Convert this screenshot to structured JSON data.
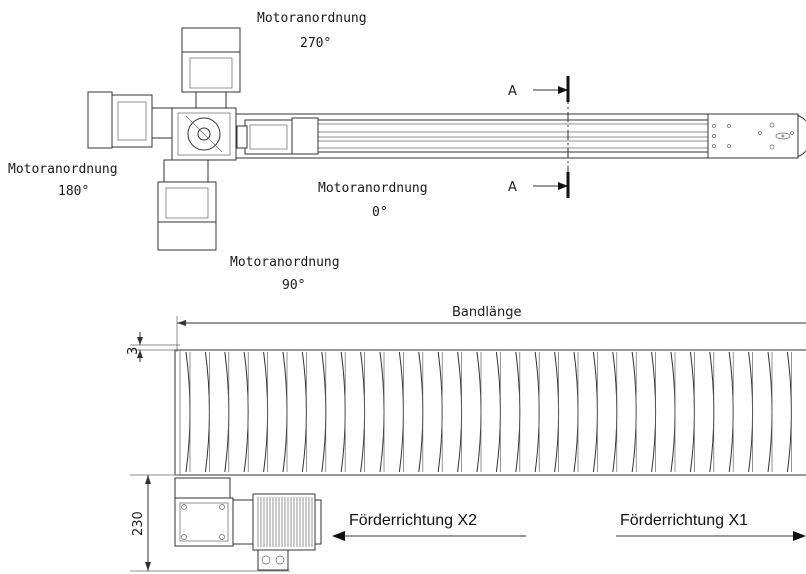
{
  "labels": {
    "motor_270": [
      "Motoranordnung",
      "270°"
    ],
    "motor_180": [
      "Motoranordnung",
      "180°"
    ],
    "motor_0": [
      "Motoranordnung",
      "0°"
    ],
    "motor_90": [
      "Motoranordnung",
      "90°"
    ],
    "section_top": "A",
    "section_bottom": "A",
    "band_length": "Bandlänge",
    "dim_3": "3",
    "dim_230": "230",
    "direction_x2": "Förderrichtung X2",
    "direction_x1": "Förderrichtung X1"
  }
}
